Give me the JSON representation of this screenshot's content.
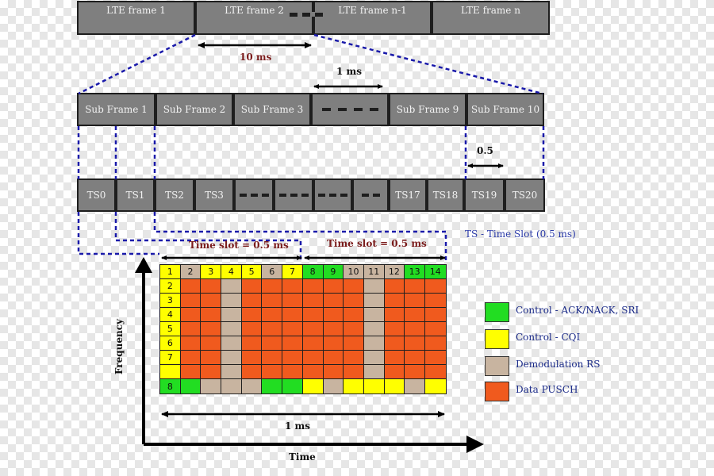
{
  "lte_frames": [
    "LTE frame 1",
    "LTE frame 2",
    "LTE frame n-1",
    "LTE frame n"
  ],
  "frame_duration": "10 ms",
  "sub_frames": [
    "Sub Frame 1",
    "Sub Frame 2",
    "Sub Frame 3",
    "",
    "Sub Frame 9",
    "Sub Frame 10"
  ],
  "subframe_duration": "1 ms",
  "slot_duration": "0.5",
  "time_slots": [
    "TS0",
    "TS1",
    "TS2",
    "TS3",
    "",
    "",
    "",
    "",
    "TS17",
    "TS18",
    "TS19",
    "TS20"
  ],
  "ts_note": "TS - Time Slot (0.5 ms)",
  "slot_label_1": "Time slot = 0.5 ms",
  "slot_label_2": "Time slot = 0.5 ms",
  "grid": {
    "header": [
      "1",
      "2",
      "3",
      "4",
      "5",
      "6",
      "7",
      "8",
      "9",
      "10",
      "11",
      "12",
      "13",
      "14"
    ],
    "row_labels": [
      "2",
      "3",
      "4",
      "5",
      "6",
      "7"
    ],
    "last_row_label": "8",
    "rows": [
      [
        "Y",
        "D",
        "Y",
        "Y",
        "Y",
        "D",
        "Y",
        "G",
        "G",
        "D",
        "D",
        "D",
        "G",
        "G"
      ],
      [
        "Y",
        "P",
        "P",
        "D",
        "P",
        "P",
        "P",
        "P",
        "P",
        "P",
        "D",
        "P",
        "P",
        "P"
      ],
      [
        "Y",
        "P",
        "P",
        "D",
        "P",
        "P",
        "P",
        "P",
        "P",
        "P",
        "D",
        "P",
        "P",
        "P"
      ],
      [
        "Y",
        "P",
        "P",
        "D",
        "P",
        "P",
        "P",
        "P",
        "P",
        "P",
        "D",
        "P",
        "P",
        "P"
      ],
      [
        "Y",
        "P",
        "P",
        "D",
        "P",
        "P",
        "P",
        "P",
        "P",
        "P",
        "D",
        "P",
        "P",
        "P"
      ],
      [
        "Y",
        "P",
        "P",
        "D",
        "P",
        "P",
        "P",
        "P",
        "P",
        "P",
        "D",
        "P",
        "P",
        "P"
      ],
      [
        "Y",
        "P",
        "P",
        "D",
        "P",
        "P",
        "P",
        "P",
        "P",
        "P",
        "D",
        "P",
        "P",
        "P"
      ],
      [
        "Y",
        "P",
        "P",
        "D",
        "P",
        "P",
        "P",
        "P",
        "P",
        "P",
        "D",
        "P",
        "P",
        "P"
      ],
      [
        "G",
        "G",
        "D",
        "D",
        "D",
        "G",
        "G",
        "Y",
        "D",
        "Y",
        "Y",
        "Y",
        "D",
        "Y"
      ]
    ]
  },
  "colors": {
    "G": "#22dd22",
    "Y": "#ffff00",
    "D": "#c8b4a0",
    "P": "#f05a1e"
  },
  "legend": [
    {
      "key": "G",
      "label": "Control - ACK/NACK, SRI"
    },
    {
      "key": "Y",
      "label": "Control - CQI"
    },
    {
      "key": "D",
      "label": "Demodulation RS"
    },
    {
      "key": "P",
      "label": "Data PUSCH"
    }
  ],
  "x_axis_label": "Time",
  "y_axis_label": "Frequency",
  "bottom_duration": "1 ms"
}
